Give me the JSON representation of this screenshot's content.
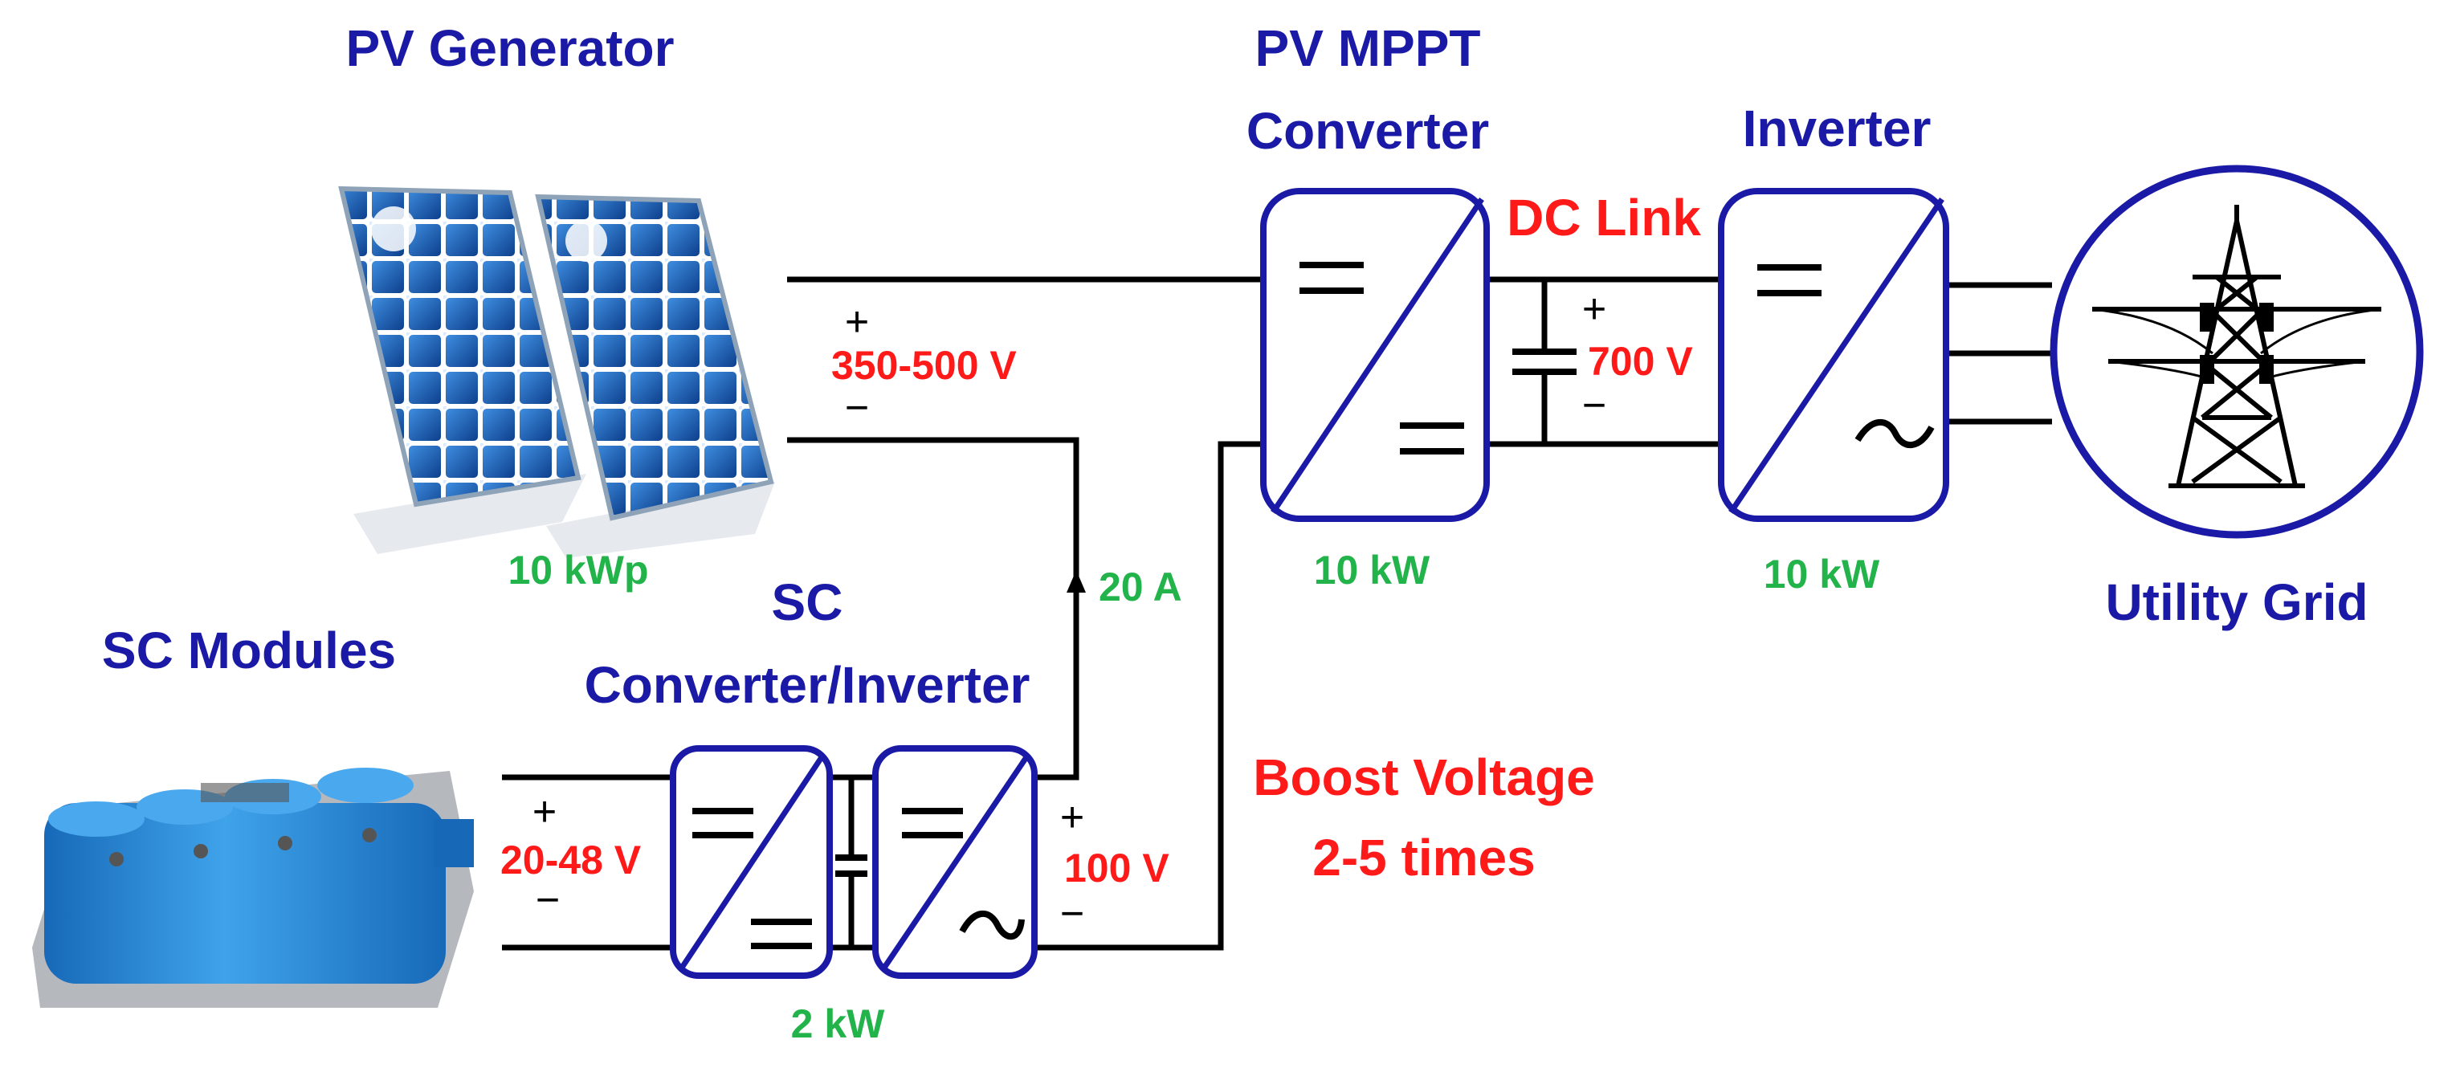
{
  "components": {
    "pv_generator": {
      "title": "PV Generator",
      "rating": "10 kWp",
      "voltage": "350-500 V"
    },
    "sc_modules": {
      "title": "SC Modules",
      "voltage": "20-48 V"
    },
    "sc_converter": {
      "title_line1": "SC",
      "title_line2": "Converter/Inverter",
      "rating": "2 kW",
      "output_voltage": "100 V",
      "current": "20 A"
    },
    "mppt_converter": {
      "title_line1": "PV MPPT",
      "title_line2": "Converter",
      "rating": "10 kW"
    },
    "dc_link": {
      "title": "DC Link",
      "voltage": "700 V"
    },
    "inverter": {
      "title": "Inverter",
      "rating": "10 kW"
    },
    "utility_grid": {
      "title": "Utility Grid"
    },
    "boost": {
      "line1": "Boost Voltage",
      "line2": "2-5 times"
    }
  },
  "signs": {
    "plus": "+",
    "minus": "−",
    "dc": "=",
    "ac": "~"
  },
  "colors": {
    "title": "#1a1aa6",
    "voltage": "#ff1a1a",
    "rating": "#22b34a",
    "panel": "#1e5fb4",
    "supercap": "#2a8fd8"
  }
}
